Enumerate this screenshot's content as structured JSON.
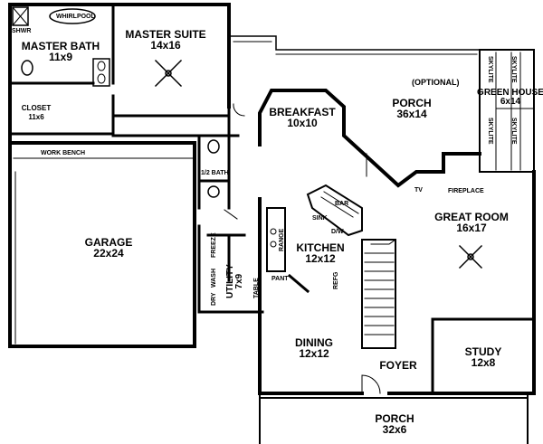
{
  "rooms": {
    "master_suite": {
      "name": "MASTER SUITE",
      "size": "14x16"
    },
    "master_bath": {
      "name": "MASTER BATH",
      "size": "11x9"
    },
    "closet": {
      "name": "CLOSET",
      "size": "11x6"
    },
    "breakfast": {
      "name": "BREAKFAST",
      "size": "10x10"
    },
    "porch_rear": {
      "name": "PORCH",
      "size": "36x14"
    },
    "green_house": {
      "name": "GREEN HOUSE",
      "size": "6x14"
    },
    "garage": {
      "name": "GARAGE",
      "size": "22x24"
    },
    "kitchen": {
      "name": "KITCHEN",
      "size": "12x12"
    },
    "great_room": {
      "name": "GREAT ROOM",
      "size": "16x17"
    },
    "utility": {
      "name": "UTILITY",
      "size": "7x9"
    },
    "dining": {
      "name": "DINING",
      "size": "12x12"
    },
    "study": {
      "name": "STUDY",
      "size": "12x8"
    },
    "porch_front": {
      "name": "PORCH",
      "size": "32x6"
    }
  },
  "labels": {
    "whirlpool": "WHIRLPOOL",
    "shwr": "SHWR",
    "optional": "(OPTIONAL)",
    "skylite": "SKYLITE",
    "work_bench": "WORK BENCH",
    "half_bath": "1/2 BATH",
    "fireplace": "FIREPLACE",
    "tv": "TV",
    "bar": "BAR",
    "sink": "SINK",
    "dw": "D/W",
    "range": "RANGE",
    "pant": "PANT",
    "refg": "REFG",
    "dry": "DRY",
    "wash": "WASH",
    "freeze": "FREEZE",
    "table": "TABLE",
    "foyer": "FOYER"
  }
}
